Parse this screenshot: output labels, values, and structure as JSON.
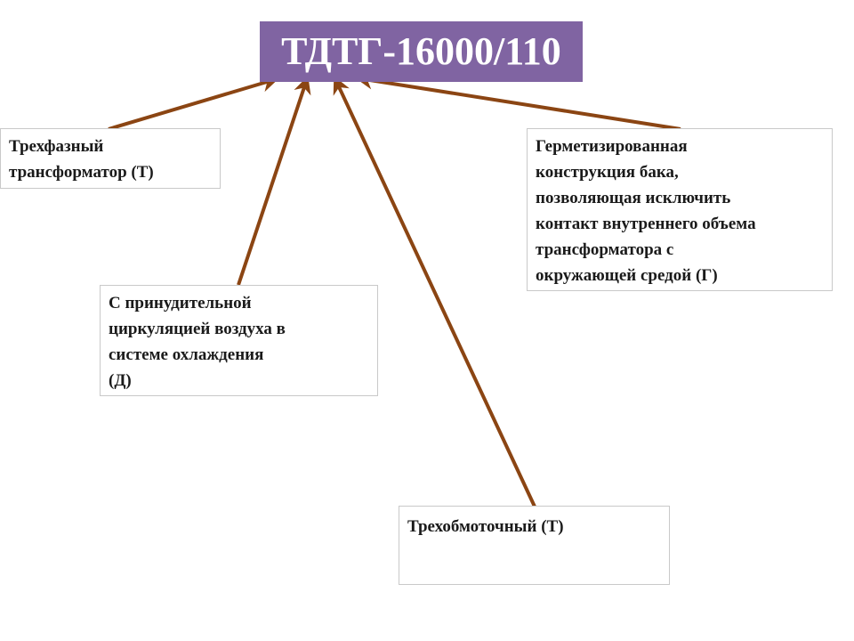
{
  "title": "ТДТГ-16000/110",
  "colors": {
    "title_bg": "#8064a2",
    "title_text": "#ffffff",
    "arrow": "#8b4513",
    "box_border": "#c9c9c9"
  },
  "notes": {
    "three_phase": {
      "lines": [
        "Трехфазный",
        "трансформатор (Т)"
      ]
    },
    "sealed": {
      "lines": [
        "Герметизированная",
        "конструкция бака,",
        "позволяющая исключить",
        "контакт внутреннего объема",
        "трансформатора с",
        "окружающей средой (Г)"
      ]
    },
    "forced_air": {
      "lines": [
        "С принудительной",
        "циркуляцией воздуха в",
        "системе охлаждения",
        "(Д)"
      ]
    },
    "three_winding": {
      "lines": [
        "Трехобмоточный (Т)"
      ]
    }
  },
  "arrows": [
    {
      "from": "three_phase",
      "to": "title-letter-1"
    },
    {
      "from": "forced_air",
      "to": "title-letter-2"
    },
    {
      "from": "three_winding",
      "to": "title-letter-3"
    },
    {
      "from": "sealed",
      "to": "title-letter-4"
    }
  ]
}
